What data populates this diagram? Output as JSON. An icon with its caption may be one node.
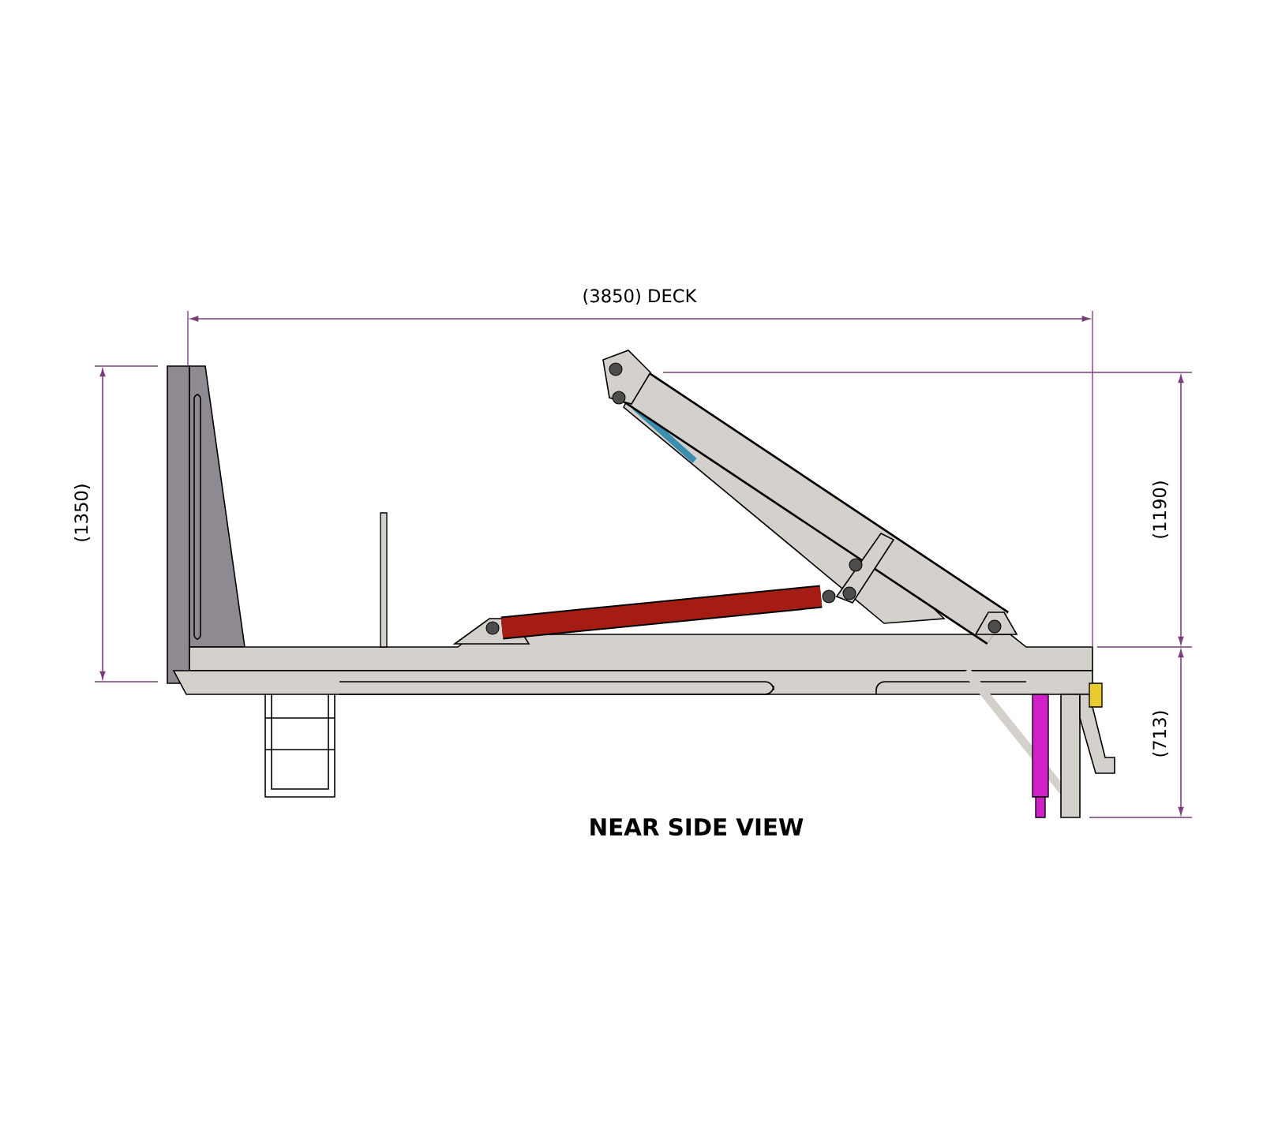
{
  "diagram": {
    "caption": "NEAR SIDE VIEW",
    "labels": [
      "(3850) DECK",
      "(1350)",
      "(1190)",
      "(713)"
    ]
  }
}
